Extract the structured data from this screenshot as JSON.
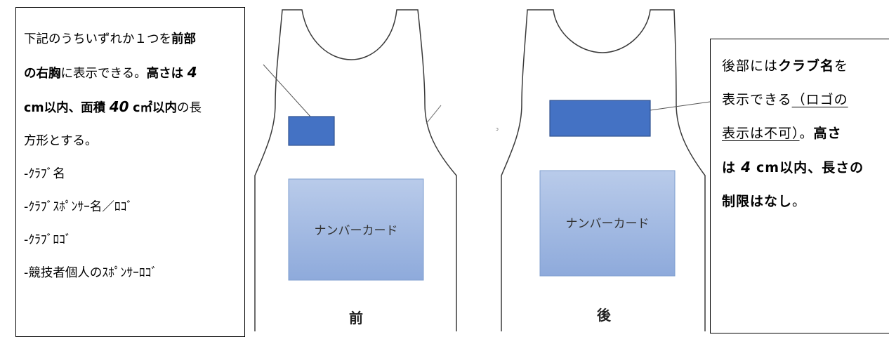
{
  "front": {
    "label": "前",
    "number_card": "ナンバーカード",
    "description": {
      "line1_a": "下記のうちいずれか１つを",
      "line1_b": "前部",
      "line2_a": "の右胸",
      "line2_b": "に表示できる。",
      "line2_c": "高さは",
      "line2_num": "4",
      "line3_a": "cm以内、面積",
      "line3_num": "40",
      "line3_b": "c㎡以内",
      "line3_c": "の長",
      "line4": "方形とする。",
      "items": [
        "-ｸﾗﾌﾞ名",
        "-ｸﾗﾌﾞｽﾎﾟﾝｻｰ名／ﾛｺﾞ",
        "-ｸﾗﾌﾞﾛｺﾞ",
        "-競技者個人のｽﾎﾟﾝｻｰﾛｺﾞ"
      ]
    }
  },
  "back": {
    "label": "後",
    "number_card": "ナンバーカード",
    "description": {
      "line1_a": "後部には",
      "line1_b": "クラブ名",
      "line1_c": "を",
      "line2_a": "表示できる",
      "line2_b": "（ロゴの",
      "line3_a": "表示は不可）",
      "line3_b": "。",
      "line3_c": "高さ",
      "line4_a": "は",
      "line4_num": "4",
      "line4_b": "cm以内、長さの",
      "line5": "制限はなし",
      "line5_end": "。"
    }
  },
  "colors": {
    "logo_area": "#4472c4",
    "logo_border": "#2f528f",
    "card_fill_top": "#b4c7e7",
    "card_fill_bottom": "#8faadc",
    "card_border": "#7f9fcf"
  }
}
